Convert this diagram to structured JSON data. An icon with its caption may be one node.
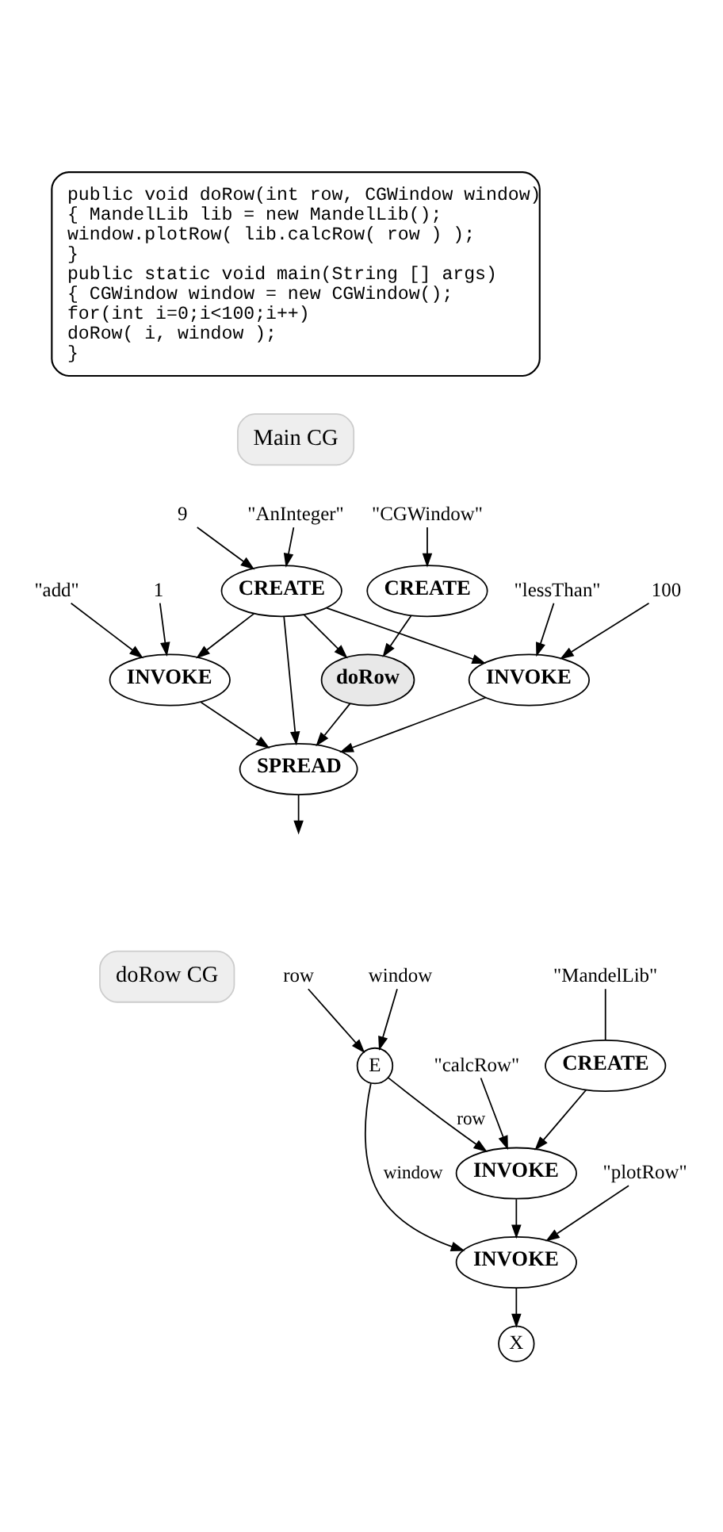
{
  "diagram": {
    "nodes": [
      {
        "text": [
          "public void doRow(int row, CGWindow window)",
          "{ MandelLib lib = new MandelLib();",
          "window.plotRow( lib.calcRow( row ) );",
          "}",
          "public static void main(String [] args)",
          "{ CGWindow window = new CGWindow();",
          "for(int i=0;i<100;i++)",
          "doRow( i, window );",
          "}"
        ]
      },
      {
        "text": [
          "Main CG"
        ]
      },
      {
        "text": [
          "\"AnInteger\""
        ]
      },
      {
        "text": [
          "9"
        ]
      },
      {
        "text": [
          "CREATE"
        ]
      },
      {
        "text": [
          "\"add\""
        ]
      },
      {
        "text": [
          "1"
        ]
      },
      {
        "text": [
          "\"lessThan\""
        ]
      },
      {
        "text": [
          "100"
        ]
      },
      {
        "text": [
          "INVOKE"
        ]
      },
      {
        "text": [
          "INVOKE"
        ]
      },
      {
        "text": [
          "\"CGWindow\""
        ]
      },
      {
        "text": [
          "CREATE"
        ]
      },
      {
        "text": [
          "doRow"
        ]
      },
      {
        "text": [
          "SPREAD"
        ]
      },
      {
        "text": [
          "doRow CG"
        ]
      },
      {
        "text": [
          "row"
        ]
      },
      {
        "text": [
          "window"
        ]
      },
      {
        "text": [
          "E"
        ]
      },
      {
        "text": [
          "\"MandelLib\""
        ]
      },
      {
        "text": [
          "CREATE"
        ]
      },
      {
        "text": [
          "\"calcRow\""
        ]
      },
      {
        "text": [
          "INVOKE"
        ]
      },
      {
        "text": [
          "\"plotRow\""
        ]
      },
      {
        "text": [
          "INVOKE"
        ]
      },
      {
        "text": [
          "X"
        ]
      }
    ],
    "edges": [
      {
        "from": 2,
        "to": 4,
        "arrow": "to"
      },
      {
        "from": 3,
        "to": 4,
        "arrow": "to"
      },
      {
        "from": 4,
        "to": 9,
        "arrow": "to"
      },
      {
        "from": 4,
        "to": 10,
        "arrow": "to"
      },
      {
        "from": 4,
        "to": 13,
        "arrow": "to"
      },
      {
        "from": 4,
        "to": 14,
        "arrow": "to"
      },
      {
        "from": 5,
        "to": 9,
        "arrow": "to"
      },
      {
        "from": 6,
        "to": 9,
        "arrow": "to"
      },
      {
        "from": 7,
        "to": 10,
        "arrow": "to"
      },
      {
        "from": 8,
        "to": 10,
        "arrow": "to"
      },
      {
        "from": 9,
        "to": 14,
        "arrow": "to"
      },
      {
        "from": 10,
        "to": 14,
        "arrow": "to"
      },
      {
        "from": 11,
        "to": 12,
        "arrow": "to"
      },
      {
        "from": 12,
        "to": 13,
        "arrow": "to"
      },
      {
        "from": 13,
        "to": 14,
        "arrow": "to"
      },
      {
        "from": 14,
        "to": null,
        "arrow": "to"
      },
      {
        "from": 16,
        "to": 18,
        "arrow": "to"
      },
      {
        "from": 17,
        "to": 18,
        "arrow": "to"
      },
      {
        "from": 18,
        "to": 22,
        "label": "row",
        "arrow": "to"
      },
      {
        "from": 18,
        "to": 24,
        "label": "window",
        "arrow": "to"
      },
      {
        "from": 19,
        "to": 20,
        "arrow": "none"
      },
      {
        "from": 20,
        "to": 22,
        "arrow": "to"
      },
      {
        "from": 21,
        "to": 22,
        "arrow": "to"
      },
      {
        "from": 22,
        "to": 24,
        "arrow": "to"
      },
      {
        "from": 23,
        "to": 24,
        "arrow": "to"
      },
      {
        "from": 24,
        "to": 25,
        "arrow": "to"
      }
    ]
  }
}
